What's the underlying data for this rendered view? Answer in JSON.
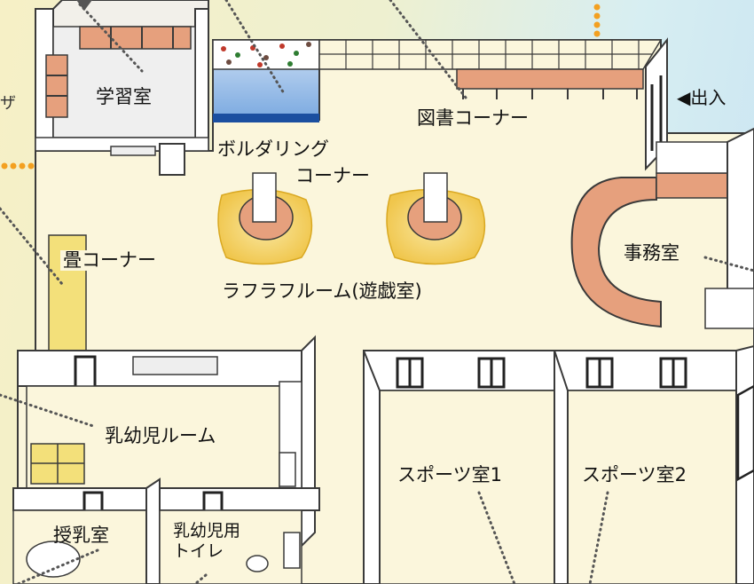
{
  "rooms": {
    "study_room": "学習室",
    "bouldering_line1": "ボルダリング",
    "bouldering_line2": "コーナー",
    "library": "図書コーナー",
    "entrance": "◀出入",
    "tatami": "畳コーナー",
    "office": "事務室",
    "play_room": "ラフラフルーム(遊戯室)",
    "infant_room": "乳幼児ルーム",
    "sports1": "スポーツ室1",
    "sports2": "スポーツ室2",
    "nursing_room": "授乳室",
    "infant_toilet_line1": "乳幼児用",
    "infant_toilet_line2": "トイレ"
  },
  "left_edge_partial_text": "ザ",
  "colors": {
    "floor": "#fbf6dc",
    "wall_line": "#3a3a3a",
    "wood": "#e6a07d",
    "wood_dark": "#b7684a",
    "tatami": "#f3e07a",
    "pool_blue": "#86b8e8",
    "callout_orange": "#f3a020",
    "leader_dots": "#555555"
  }
}
